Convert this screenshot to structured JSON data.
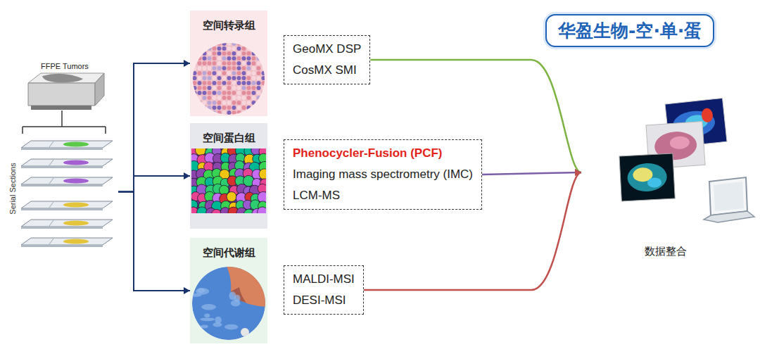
{
  "diagram": {
    "nodes": [
      {
        "text": [
          "Serial Sections"
        ]
      },
      {
        "text": [
          "空间转录组"
        ]
      },
      {
        "text": [
          "GeoMX DSP",
          "CosMX SMI"
        ]
      },
      {
        "text": [
          "空间蛋白组"
        ]
      },
      {
        "text": [
          "Phenocycler-Fusion (PCF)",
          "Imaging mass spectrometry (IMC)",
          "LCM-MS"
        ]
      },
      {
        "text": [
          "空间代谢组"
        ]
      },
      {
        "text": [
          "MALDI-MSI",
          "DESI-MSI"
        ]
      },
      {
        "text": [
          "数据整合"
        ]
      },
      {
        "text": [
          "华盈生物-空·单·蛋"
        ]
      }
    ],
    "edges": [
      {
        "from": 0,
        "to": 1,
        "arrow": "to"
      },
      {
        "from": 0,
        "to": 3,
        "arrow": "to"
      },
      {
        "from": 0,
        "to": 5,
        "arrow": "to"
      },
      {
        "from": 2,
        "to": 7,
        "arrow": "to"
      },
      {
        "from": 4,
        "to": 7,
        "arrow": "to"
      },
      {
        "from": 6,
        "to": 7,
        "arrow": "to"
      }
    ],
    "labels": [
      "FFPE Tumors"
    ]
  }
}
